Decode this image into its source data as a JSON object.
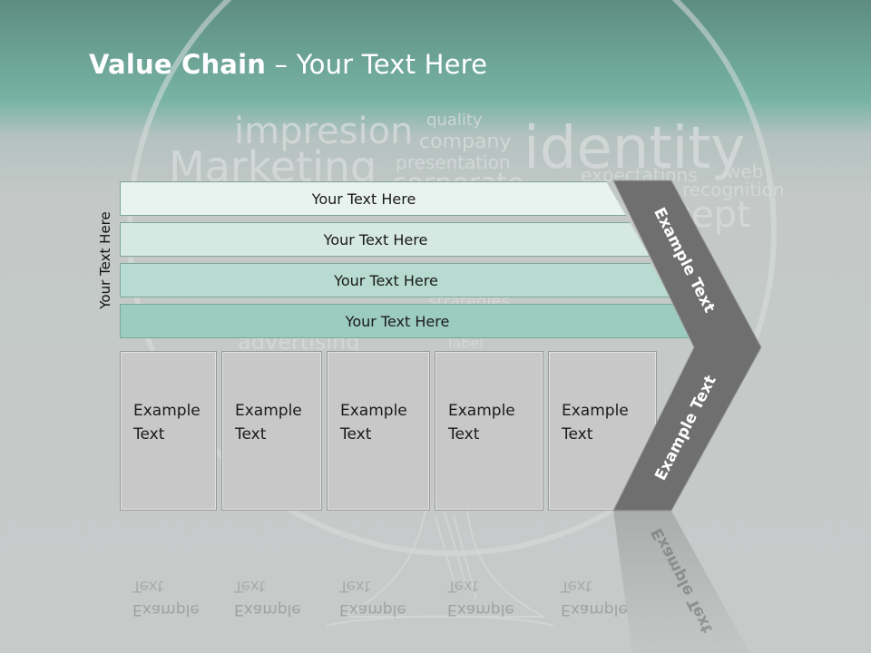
{
  "title": {
    "bold": "Value Chain",
    "rest": " – Your Text Here"
  },
  "side_label": "Your Text Here",
  "bars": [
    {
      "label": "Your Text Here",
      "color": "#e8f2ef"
    },
    {
      "label": "Your Text Here",
      "color": "#d5e8e2"
    },
    {
      "label": "Your Text Here",
      "color": "#b7dbd0"
    },
    {
      "label": "Your Text Here",
      "color": "#9cccbf"
    }
  ],
  "boxes": [
    {
      "line1": "Example",
      "line2": "Text"
    },
    {
      "line1": "Example",
      "line2": "Text"
    },
    {
      "line1": "Example",
      "line2": "Text"
    },
    {
      "line1": "Example",
      "line2": "Text"
    },
    {
      "line1": "Example",
      "line2": "Text"
    }
  ],
  "chevron": {
    "upper_label": "Example Text",
    "lower_label": "Example Text",
    "color": "#6f6f6f"
  },
  "background_words": [
    "impresion",
    "quality",
    "company",
    "identity",
    "Marketing",
    "presentation",
    "corporate",
    "expectations",
    "web",
    "recognition",
    "cept",
    "advertising",
    "label",
    "strategies"
  ]
}
